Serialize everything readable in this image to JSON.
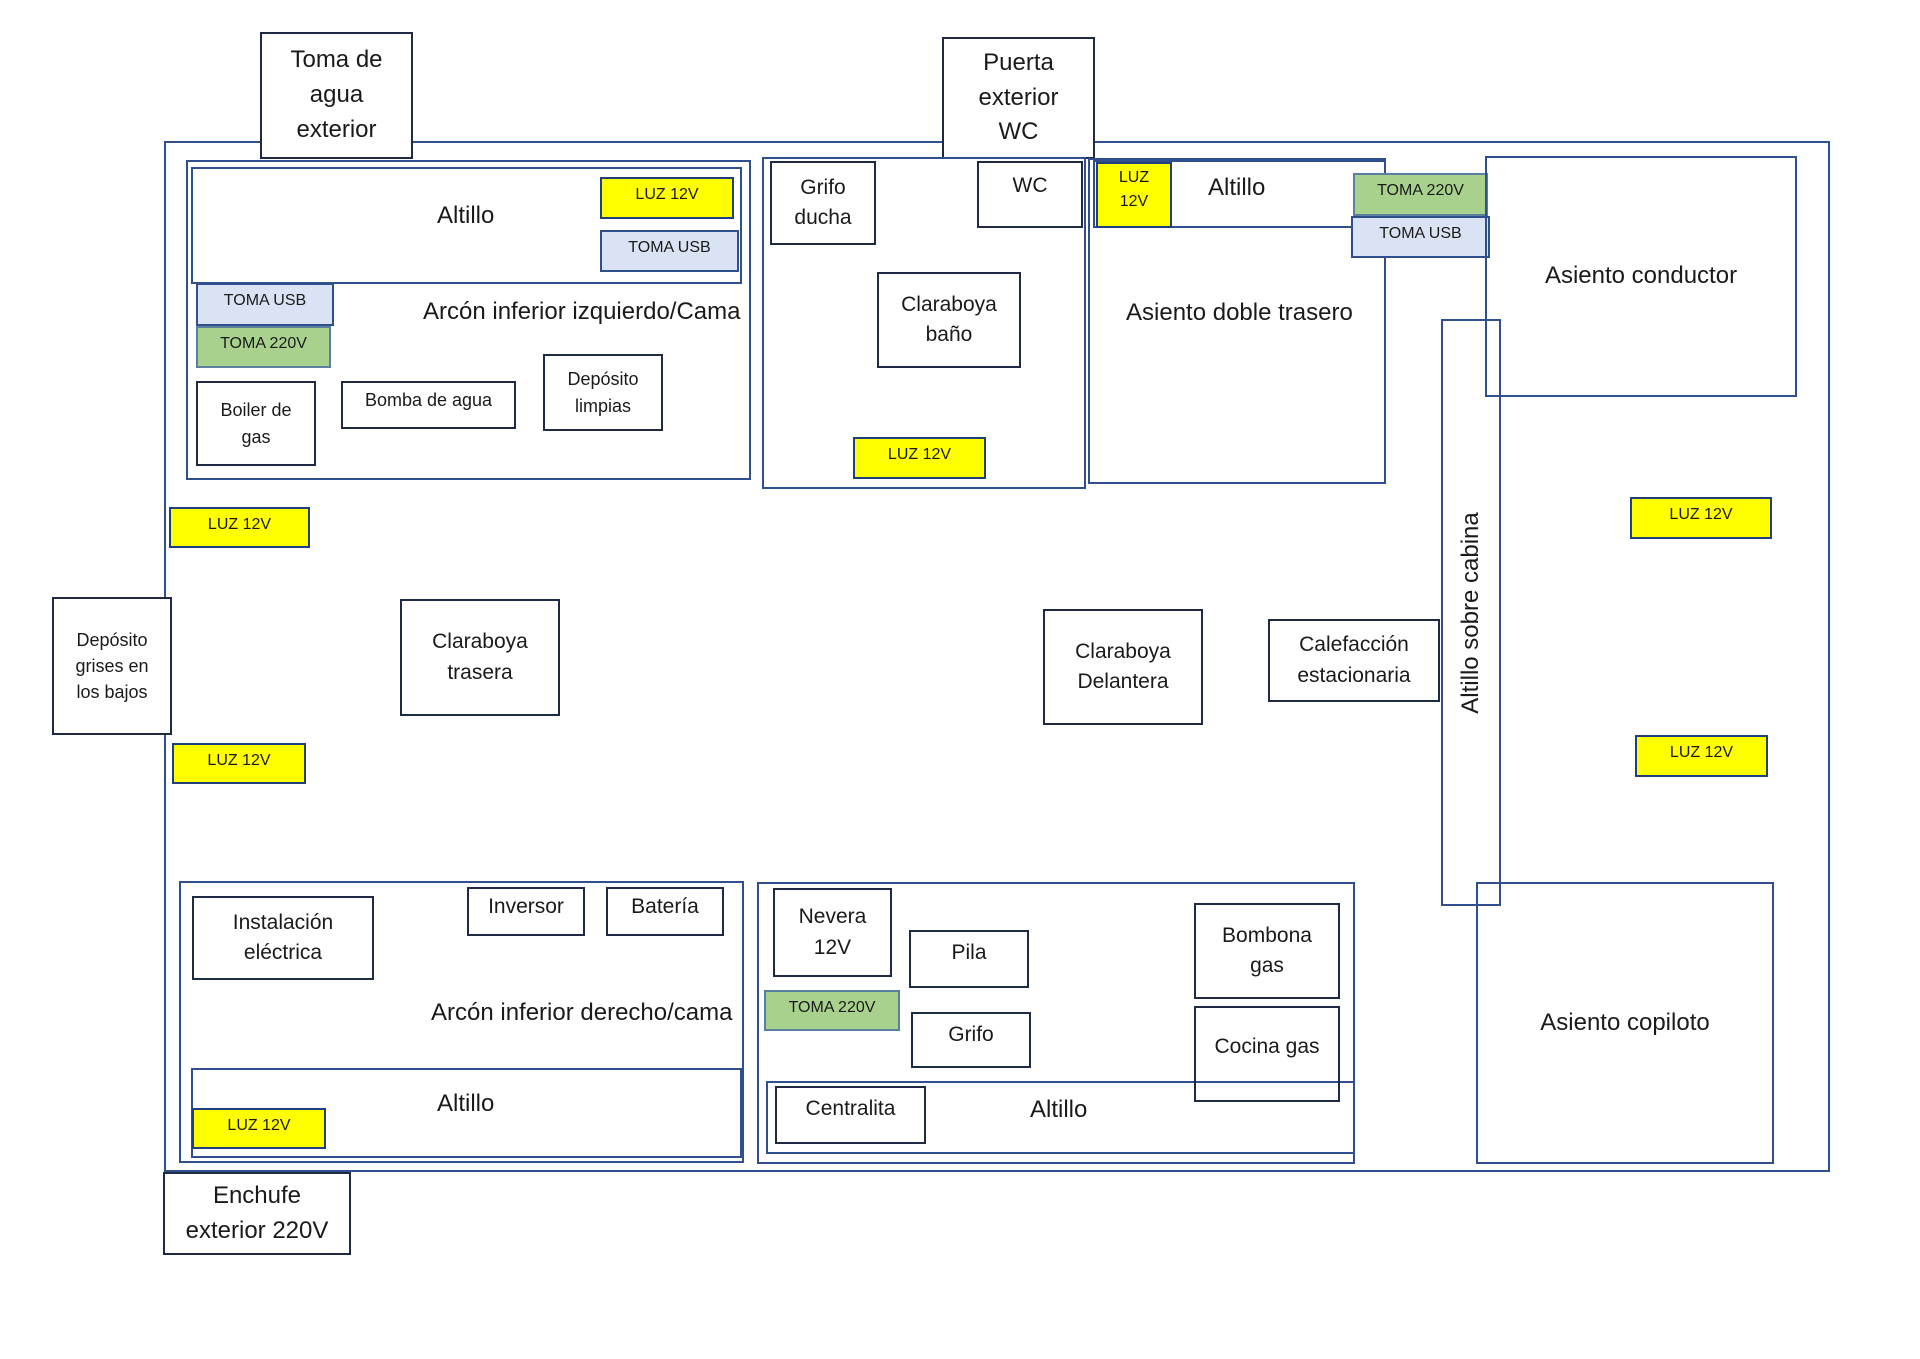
{
  "diagram": {
    "exterior": {
      "toma_agua": "Toma de\nagua\nexterior",
      "puerta_wc": "Puerta\nexterior\nWC",
      "deposito_grises": "Depósito\ngrises en\nlos bajos",
      "enchufe": "Enchufe\nexterior 220V"
    },
    "rear_left": {
      "altillo": "Altillo",
      "luz": "LUZ 12V",
      "toma_usb_top": "TOMA USB",
      "toma_usb_left": "TOMA USB",
      "toma_220": "TOMA 220V",
      "arcon": "Arcón inferior izquierdo/Cama",
      "boiler": "Boiler de\ngas",
      "bomba": "Bomba de agua",
      "deposito_limpias": "Depósito\nlimpias"
    },
    "bathroom": {
      "grifo_ducha": "Grifo\nducha",
      "wc": "WC",
      "claraboya": "Claraboya\nbaño",
      "luz": "LUZ 12V"
    },
    "rear_seat": {
      "luz": "LUZ\n12V",
      "altillo": "Altillo",
      "toma_220": "TOMA 220V",
      "toma_usb": "TOMA USB",
      "asiento": "Asiento doble trasero"
    },
    "cabin": {
      "asiento_conductor": "Asiento conductor",
      "altillo_cabina": "Altillo sobre cabina",
      "luz_1": "LUZ 12V",
      "luz_2": "LUZ 12V",
      "asiento_copiloto": "Asiento copiloto"
    },
    "center": {
      "luz_1": "LUZ 12V",
      "luz_2": "LUZ 12V",
      "claraboya_trasera": "Claraboya\ntrasera",
      "claraboya_delantera": "Claraboya\nDelantera",
      "calefaccion": "Calefacción\nestacionaria"
    },
    "bottom_left": {
      "instalacion": "Instalación\neléctrica",
      "inversor": "Inversor",
      "bateria": "Batería",
      "arcon": "Arcón inferior derecho/cama",
      "altillo": "Altillo",
      "luz": "LUZ 12V"
    },
    "kitchen": {
      "nevera": "Nevera\n12V",
      "pila": "Pila",
      "toma_220": "TOMA 220V",
      "grifo": "Grifo",
      "bombona": "Bombona\ngas",
      "cocina": "Cocina gas",
      "centralita": "Centralita",
      "altillo": "Altillo"
    }
  },
  "colors": {
    "luz": "#ffff00",
    "toma_usb": "#dae3f3",
    "toma_220": "#a9d18e",
    "outline": "#2f4f8f"
  }
}
